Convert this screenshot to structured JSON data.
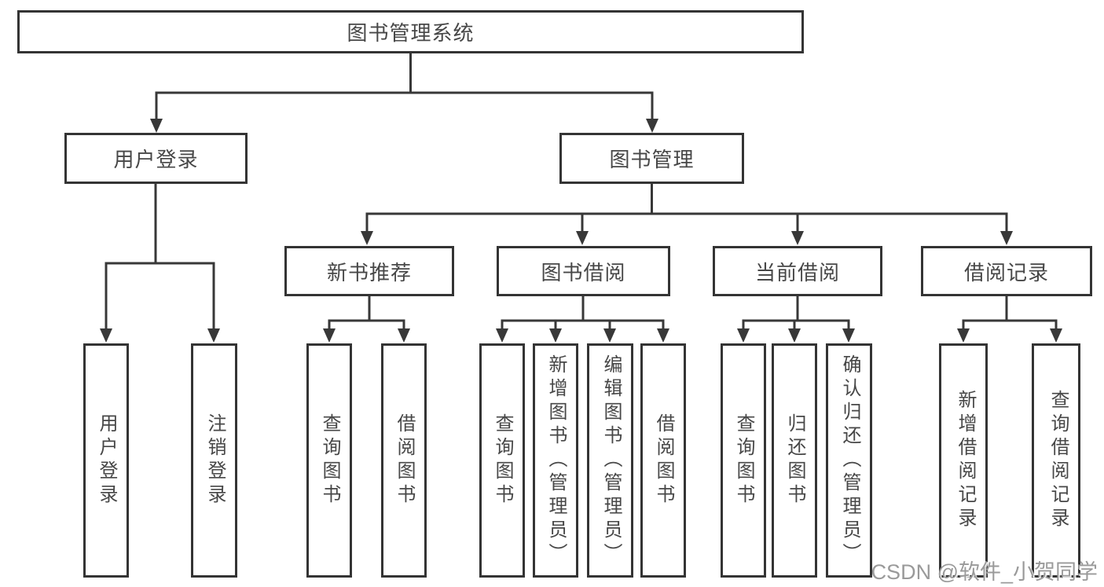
{
  "root": {
    "label": "图书管理系统"
  },
  "user_login": {
    "label": "用户登录",
    "children": [
      {
        "label": "用户登录"
      },
      {
        "label": "注销登录"
      }
    ]
  },
  "book_mgmt": {
    "label": "图书管理",
    "modules": [
      {
        "label": "新书推荐",
        "children": [
          {
            "label": "查询图书"
          },
          {
            "label": "借阅图书"
          }
        ]
      },
      {
        "label": "图书借阅",
        "children": [
          {
            "label": "查询图书"
          },
          {
            "label": "新增图书（管理员）"
          },
          {
            "label": "编辑图书（管理员）"
          },
          {
            "label": "借阅图书"
          }
        ]
      },
      {
        "label": "当前借阅",
        "children": [
          {
            "label": "查询图书"
          },
          {
            "label": "归还图书"
          },
          {
            "label": "确认归还（管理员）"
          }
        ]
      },
      {
        "label": "借阅记录",
        "children": [
          {
            "label": "新增借阅记录"
          },
          {
            "label": "查询借阅记录"
          }
        ]
      }
    ]
  },
  "watermark": {
    "text": "CSDN @软件_小贺同学"
  },
  "colors": {
    "line": "#383838",
    "box_border": "#343434",
    "text": "#474747",
    "watermark_text": "#9a9a9a",
    "background": "#ffffff"
  }
}
